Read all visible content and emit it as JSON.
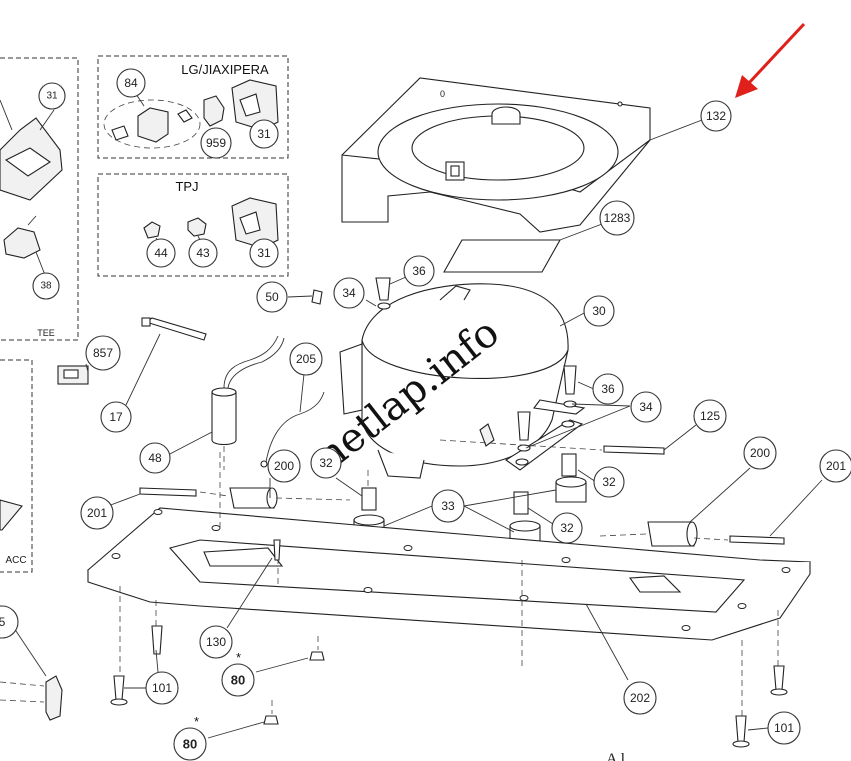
{
  "boxes": {
    "lg_title": "LG/JIAXIPERA",
    "tpj_title": "TPJ",
    "tee_label": "TEE",
    "acc_label": "ACC"
  },
  "watermark": "netlap.info",
  "footnote_marker": "*",
  "footer_text": "A        l",
  "lid_mark": "0",
  "arrow_color": "#e0201b",
  "callouts": {
    "c132": "132",
    "c1283": "1283",
    "c30": "30",
    "c36a": "36",
    "c34a": "34",
    "c50": "50",
    "c36b": "36",
    "c34b": "34",
    "c125": "125",
    "c200a": "200",
    "c201a": "201",
    "c32a": "32",
    "c32b": "32",
    "c32c": "32",
    "c33": "33",
    "c200b": "200",
    "c201b": "201",
    "c205": "205",
    "c48": "48",
    "c17": "17",
    "c857": "857",
    "c130": "130",
    "c80a": "80",
    "c80b": "80",
    "c101a": "101",
    "c101b": "101",
    "c202": "202",
    "c5": "5",
    "c31a": "31",
    "c38": "38",
    "c84": "84",
    "c959": "959",
    "c31b": "31",
    "c44": "44",
    "c43": "43",
    "c31c": "31"
  }
}
